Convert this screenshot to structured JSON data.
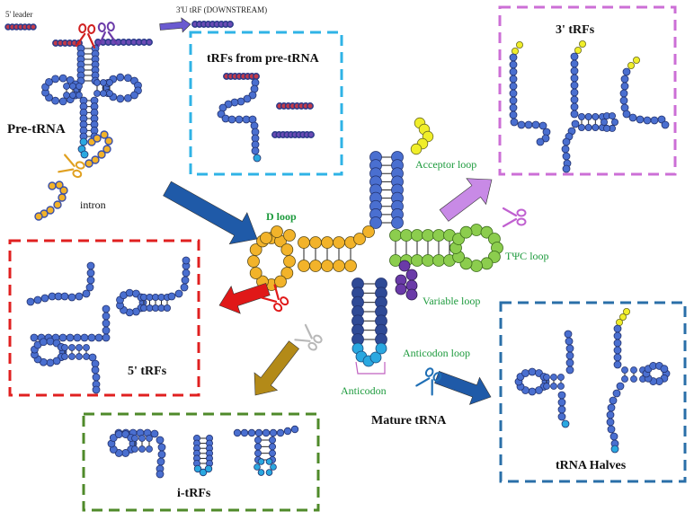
{
  "labels": {
    "leader": "5' leader",
    "trailer": "3'U tRF (DOWNSTREAM)",
    "pre_trna": "Pre-tRNA",
    "intron": "intron",
    "trfs_pre": "tRFs from pre-tRNA",
    "three_trfs": "3' tRFs",
    "five_trfs": "5' tRFs",
    "i_trfs": "i-tRFs",
    "halves": "tRNA Halves",
    "mature": "Mature tRNA",
    "acceptor": "Acceptor loop",
    "d_loop": "D loop",
    "tpsic": "TΨC loop",
    "variable": "Variable loop",
    "anticodon_loop": "Anticodon loop",
    "anticodon": "Anticodon"
  },
  "colors": {
    "blue": "#4a6fd0",
    "blue_stroke": "#22326e",
    "navy": "#2f4a96",
    "light_blue": "#2aa8e0",
    "yellow": "#f0ee2a",
    "orange": "#f2b32a",
    "green": "#8ccd4e",
    "purple": "#6a3aa8",
    "red_bead": "#c23a4a",
    "violet_bead": "#6b4bb5",
    "box_cyan": "#2fb3e6",
    "box_violet": "#cc6fd6",
    "box_red": "#e02020",
    "box_green": "#4f8a2a",
    "box_navy": "#2a6fa8",
    "label_green": "#1c9a3c",
    "label_blue": "#1f6fb5"
  }
}
